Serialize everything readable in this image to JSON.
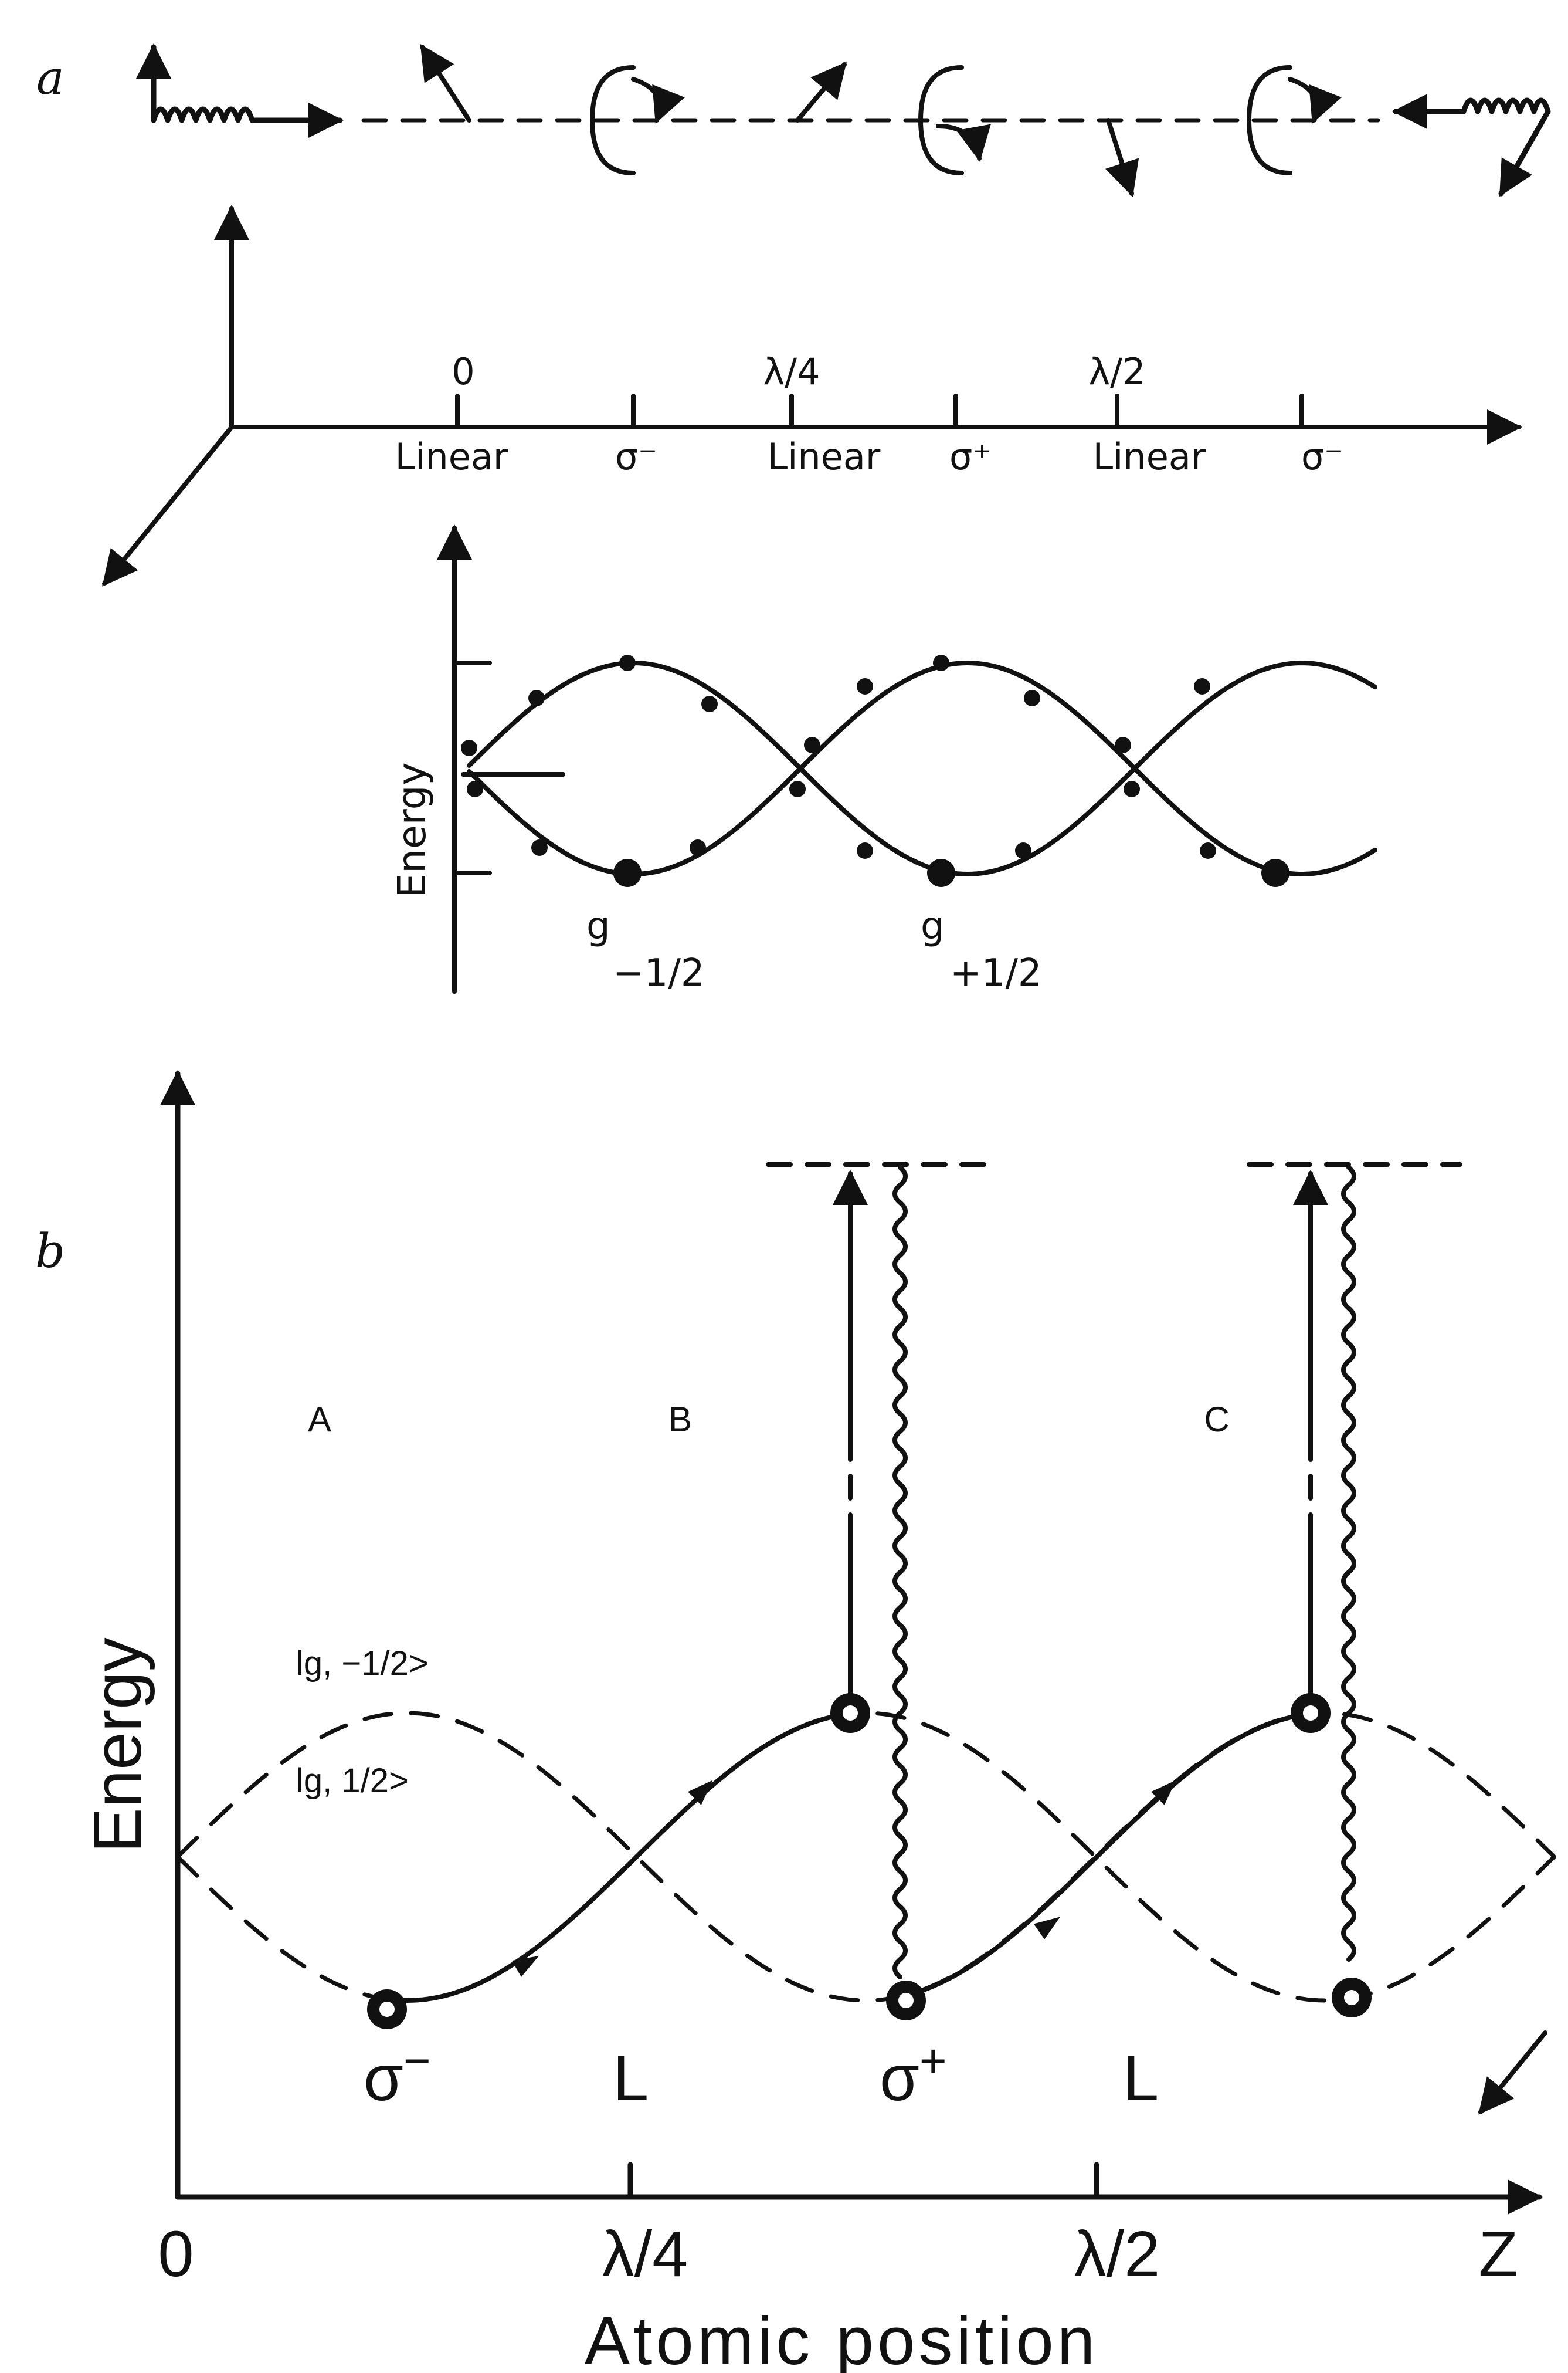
{
  "panel_a": {
    "label": "a",
    "axis_ticks": [
      "0",
      "λ/4",
      "λ/2"
    ],
    "polarizations": [
      "Linear",
      "σ⁻",
      "Linear",
      "σ⁺",
      "Linear",
      "σ⁻"
    ],
    "energy_label": "Energy",
    "states": {
      "g_minus_base": "g",
      "g_minus_sub": "−1/2",
      "g_plus_base": "g",
      "g_plus_sub": "+1/2"
    }
  },
  "panel_b": {
    "label": "b",
    "regions": [
      "A",
      "B",
      "C"
    ],
    "state_upper_label": "lg, −1/2>",
    "state_lower_label": "lg, 1/2>",
    "energy_label": "Energy",
    "polarization_labels": [
      "σ",
      "L",
      "σ",
      "L"
    ],
    "sigma_minus_sup": "−",
    "sigma_plus_sup": "+",
    "x_ticks": [
      "0",
      "λ/4",
      "λ/2",
      "Z"
    ],
    "x_axis_title": "Atomic position"
  },
  "colors": {
    "ink": "#111111",
    "background": "#ffffff"
  }
}
